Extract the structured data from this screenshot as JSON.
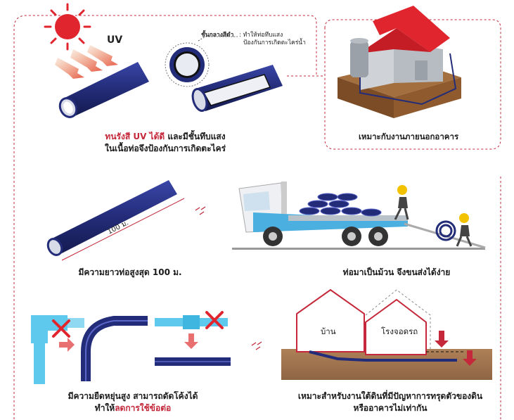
{
  "uv": {
    "uv_label": "UV",
    "layer_title": "ชั้นกลางสีดำ",
    "layer_desc_1": ": ทำให้ท่อทึบแสง",
    "layer_desc_2": "ป้องกันการเกิดตะไคร่น้ำ",
    "caption_red": "ทนรังสี UV ได้ดี",
    "caption_rest": " และมีชั้นทึบแสง",
    "caption_line2": "ในเนื้อท่อจึงป้องกันการเกิดตะไคร่"
  },
  "outdoor": {
    "caption": "เหมาะกับงานภายนอกอาคาร"
  },
  "length": {
    "pipe_label": "100 ม.",
    "caption": "มีความยาวท่อสูงสุด 100 ม."
  },
  "transport": {
    "caption": "ท่อมาเป็นม้วน จึงขนส่งได้ง่าย"
  },
  "flex": {
    "caption_line1": "มีความยืดหยุ่นสูง สามารถดัดโค้งได้",
    "caption_prefix": "ทำให้",
    "caption_red": "ลดการใช้ข้อต่อ",
    "caption_suffix": ""
  },
  "ground": {
    "house_label": "บ้าน",
    "garage_label": "โรงจอดรถ",
    "caption_line1": "เหมาะสำหรับงานใต้ดินที่มีปัญหาการทรุดตัวของดิน",
    "caption_line2": "หรืออาคารไม่เท่ากัน"
  },
  "colors": {
    "pipe_navy": "#232c78",
    "accent_red": "#c4283a",
    "roof_red": "#e0252e",
    "pvc_cyan": "#5ec9ec",
    "soil_brown": "#8b5a2b"
  }
}
